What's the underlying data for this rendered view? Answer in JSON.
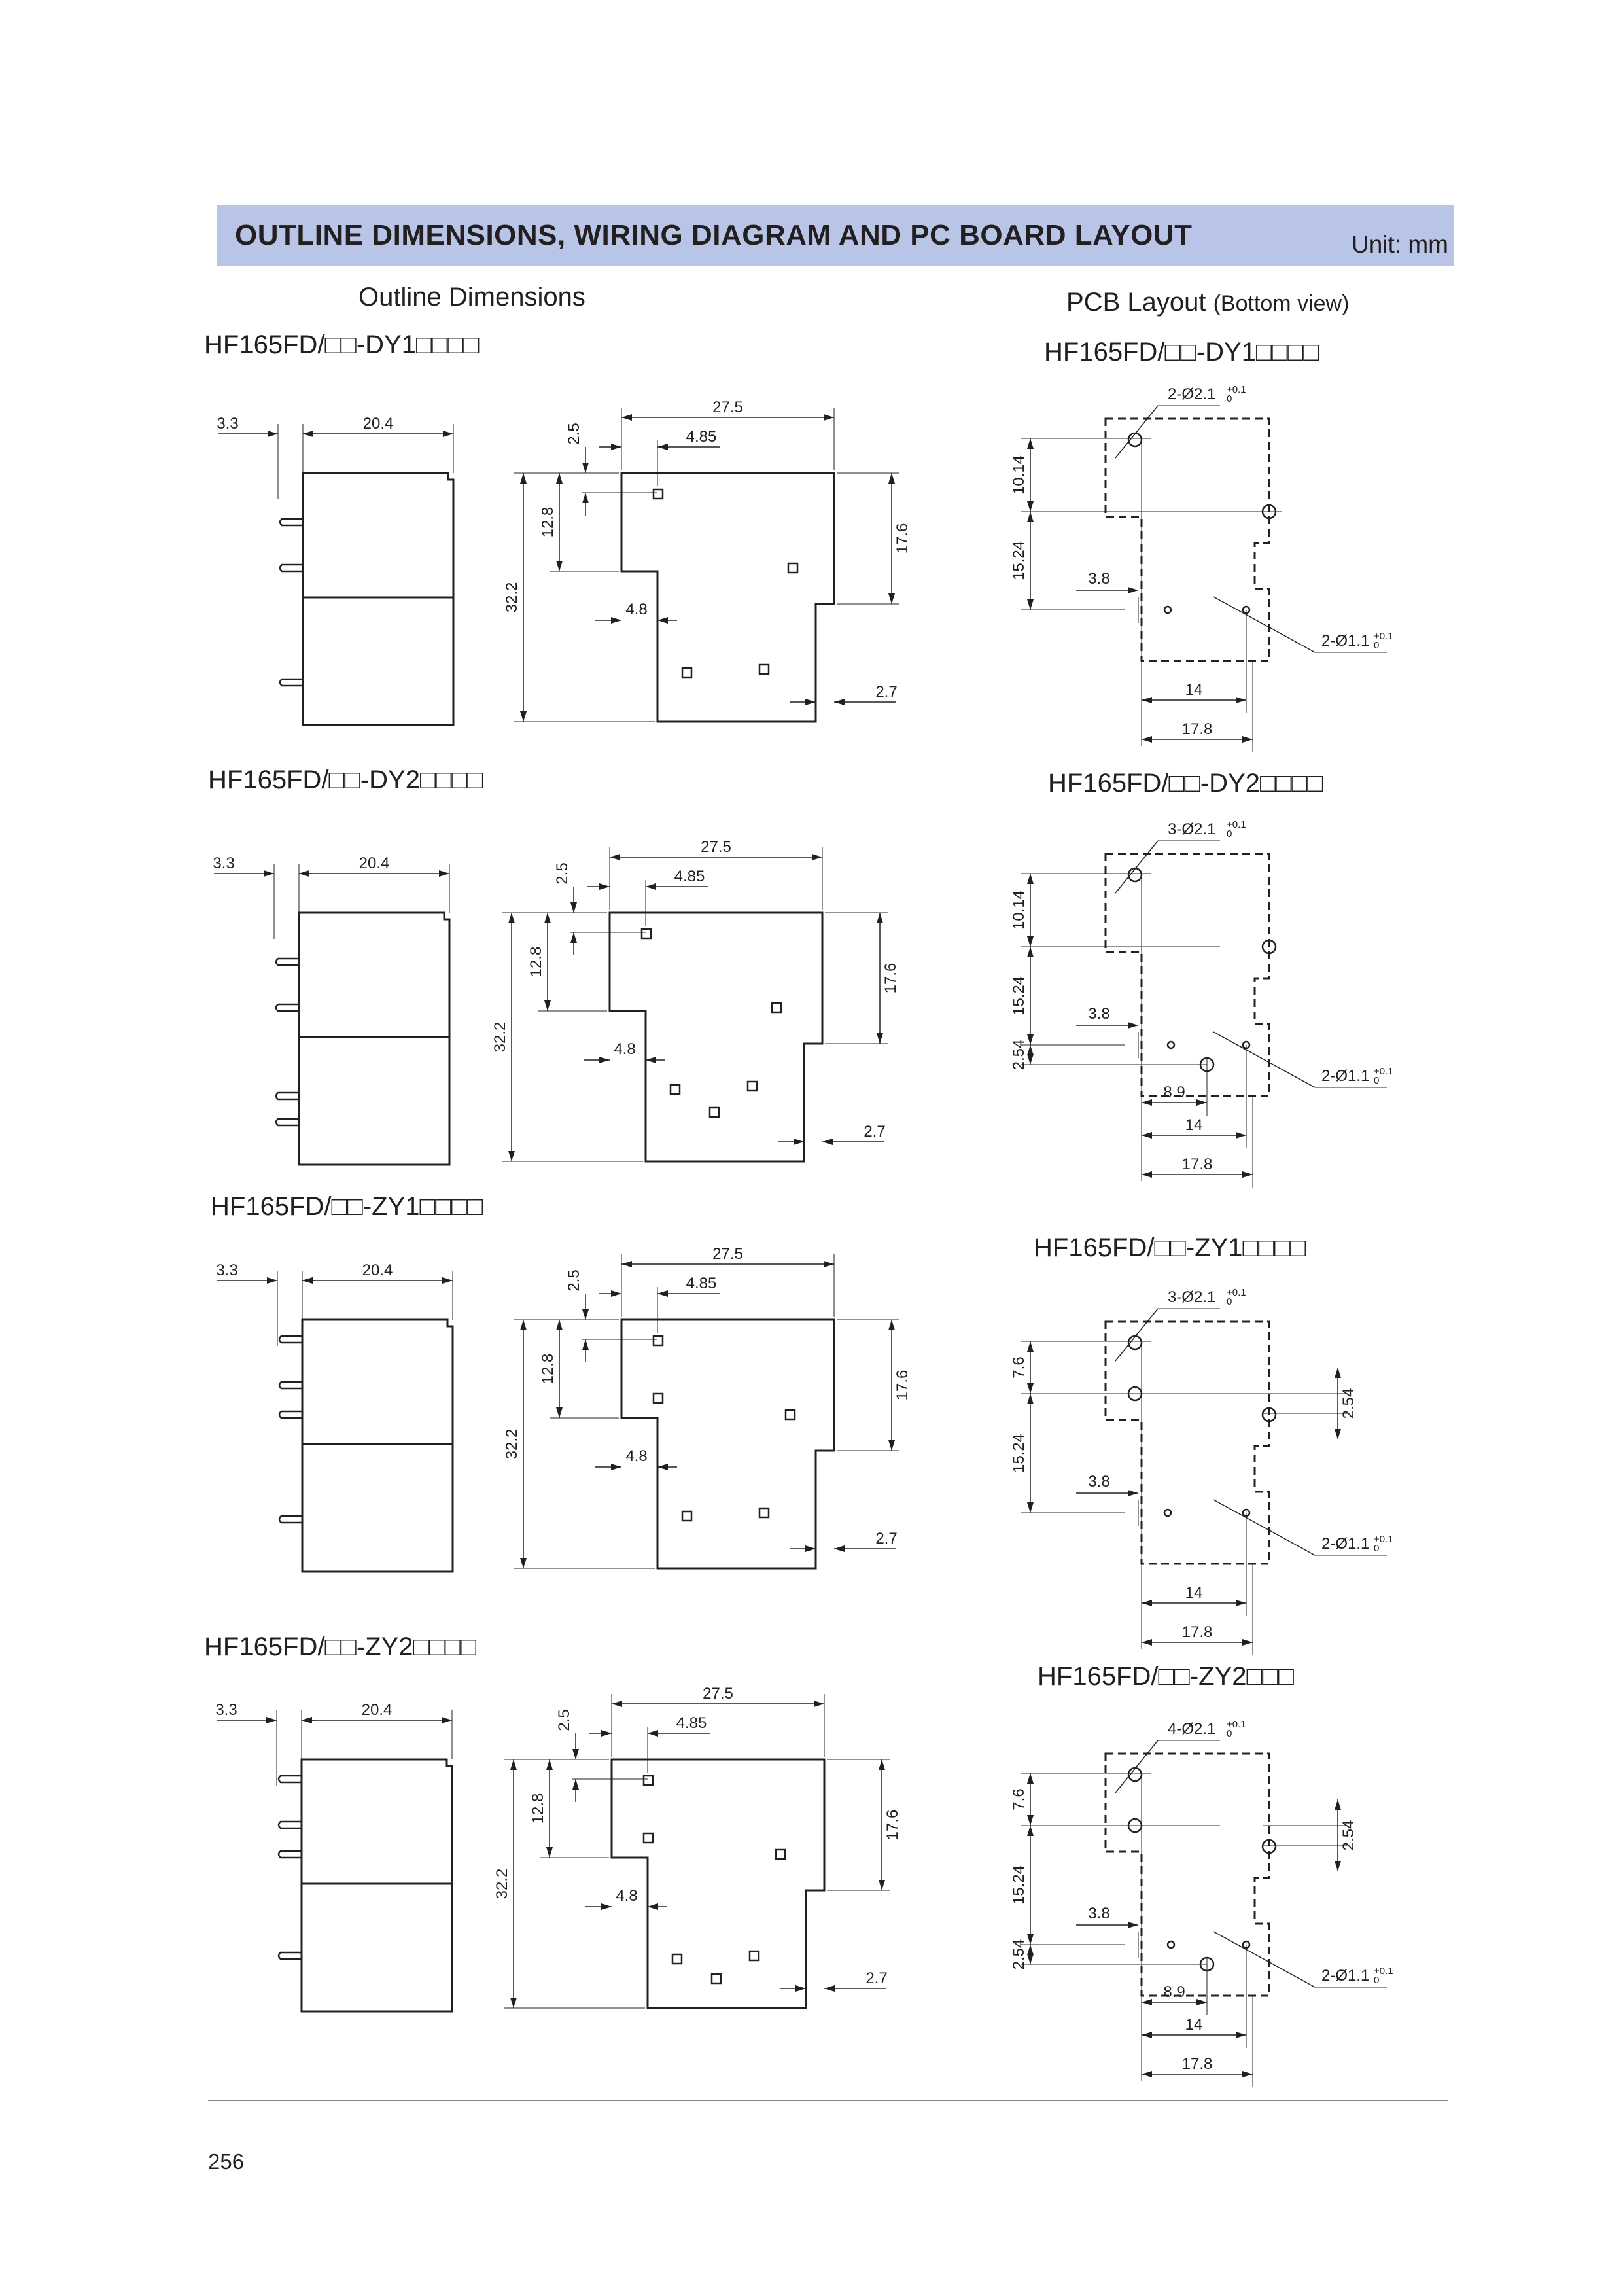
{
  "header": {
    "title": "OUTLINE DIMENSIONS, WIRING DIAGRAM AND PC BOARD LAYOUT",
    "unit": "Unit: mm"
  },
  "columns": {
    "outline_heading": "Outline Dimensions",
    "pcb_heading": "PCB Layout",
    "pcb_view_note": "(Bottom view)"
  },
  "outline_models": [
    {
      "name": "HF165FD/□□-DY1□□□□"
    },
    {
      "name": "HF165FD/□□-DY2□□□□"
    },
    {
      "name": "HF165FD/□□-ZY1□□□□"
    },
    {
      "name": "HF165FD/□□-ZY2□□□□"
    }
  ],
  "pcb_models": [
    {
      "name": "HF165FD/□□-DY1□□□□",
      "big_holes": "2-Ø2.1",
      "small_holes": "2-Ø1.1"
    },
    {
      "name": "HF165FD/□□-DY2□□□□",
      "big_holes": "3-Ø2.1",
      "small_holes": "2-Ø1.1"
    },
    {
      "name": "HF165FD/□□-ZY1□□□□",
      "big_holes": "3-Ø2.1",
      "small_holes": "2-Ø1.1"
    },
    {
      "name": "HF165FD/□□-ZY2□□□",
      "big_holes": "4-Ø2.1",
      "small_holes": "2-Ø1.1"
    }
  ],
  "dims": {
    "side_pin": "3.3",
    "side_width": "20.4",
    "front_width": "27.5",
    "front_offset": "4.85",
    "front_top": "2.5",
    "front_height": "32.2",
    "front_step": "12.8",
    "front_right": "17.6",
    "front_notch": "4.8",
    "front_pin": "2.7",
    "pcb_top_dy": "10.14",
    "pcb_top_zy": "7.6",
    "pcb_mid": "15.24",
    "pcb_offset": "3.8",
    "pcb_span": "14",
    "pcb_width": "17.8",
    "pcb_pitch": "8.9",
    "pcb_small": "2.54",
    "tol_upper": "+0.1",
    "tol_lower": "0"
  },
  "page_number": "256"
}
